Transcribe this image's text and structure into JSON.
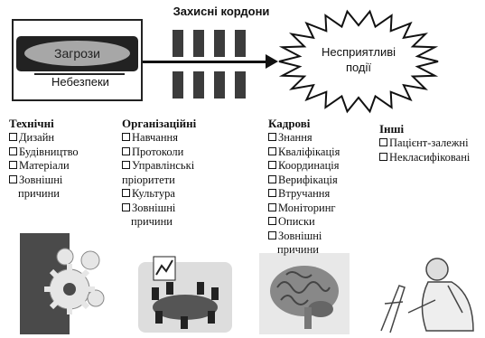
{
  "diagram": {
    "hazards_label": "Небезпеки",
    "threats_label": "Загрози",
    "barriers_label": "Захисні кордони",
    "adverse_events_lines": [
      "Несприятливі",
      "події"
    ]
  },
  "categories": {
    "technical": {
      "title": "Технічні",
      "items": [
        "Дизайн",
        "Будівництво",
        "Матеріали",
        "Зовнішні"
      ],
      "continuation": "причини"
    },
    "organizational": {
      "title": "Організаційні",
      "items": [
        "Навчання",
        "Протоколи",
        "Управлінські"
      ],
      "line_pri": "пріоритети",
      "items2": [
        "Культура",
        "Зовнішні"
      ],
      "continuation": "причини"
    },
    "personnel": {
      "title": "Кадрові",
      "items": [
        "Знання",
        "Кваліфікація",
        "Координація",
        "Верифікація",
        "Втручання",
        "Моніторинг",
        "Описки",
        "Зовнішні"
      ],
      "continuation": "причини"
    },
    "other": {
      "title": "Інші",
      "items": [
        "Пацієнт-залежні",
        "Некласифіковані"
      ]
    }
  },
  "icons": [
    "gears-icon",
    "meeting-table-icon",
    "brain-icon",
    "patient-icon"
  ],
  "colors": {
    "barrier": "#3c3c3c",
    "threat_oval": "#a7a7a7",
    "ink": "#111111"
  }
}
